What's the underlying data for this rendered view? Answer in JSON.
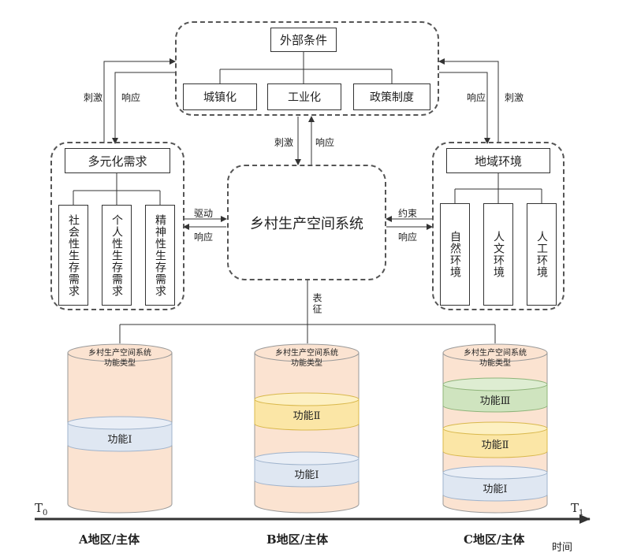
{
  "external": {
    "title": "外部条件",
    "items": [
      "城镇化",
      "工业化",
      "政策制度"
    ]
  },
  "left_group": {
    "title": "多元化需求",
    "items": [
      "社会性生存需求",
      "个人性生存需求",
      "精神性生存需求"
    ]
  },
  "right_group": {
    "title": "地域环境",
    "items": [
      "自然环境",
      "人文环境",
      "人工环境"
    ]
  },
  "center": {
    "title": "乡村生产空间系统"
  },
  "arrows": {
    "stimulus": "刺激",
    "response": "响应",
    "drive": "驱动",
    "constraint": "约束",
    "represent": "表征"
  },
  "cylinders": {
    "header_line1": "乡村生产空间系统",
    "header_line2": "功能类型",
    "func1": "功能Ⅰ",
    "func2": "功能Ⅱ",
    "func3": "功能Ⅲ"
  },
  "regions": [
    "A地区/主体",
    "B地区/主体",
    "C地区/主体"
  ],
  "timeline": {
    "t0": "T",
    "t0_sub": "0",
    "t1": "T",
    "t1_sub": "1",
    "label": "时间"
  },
  "colors": {
    "cylinder_fill": "#fbe3d1",
    "func1": "#dfe7f2",
    "func2": "#fbe6a6",
    "func3": "#cfe4bf"
  }
}
